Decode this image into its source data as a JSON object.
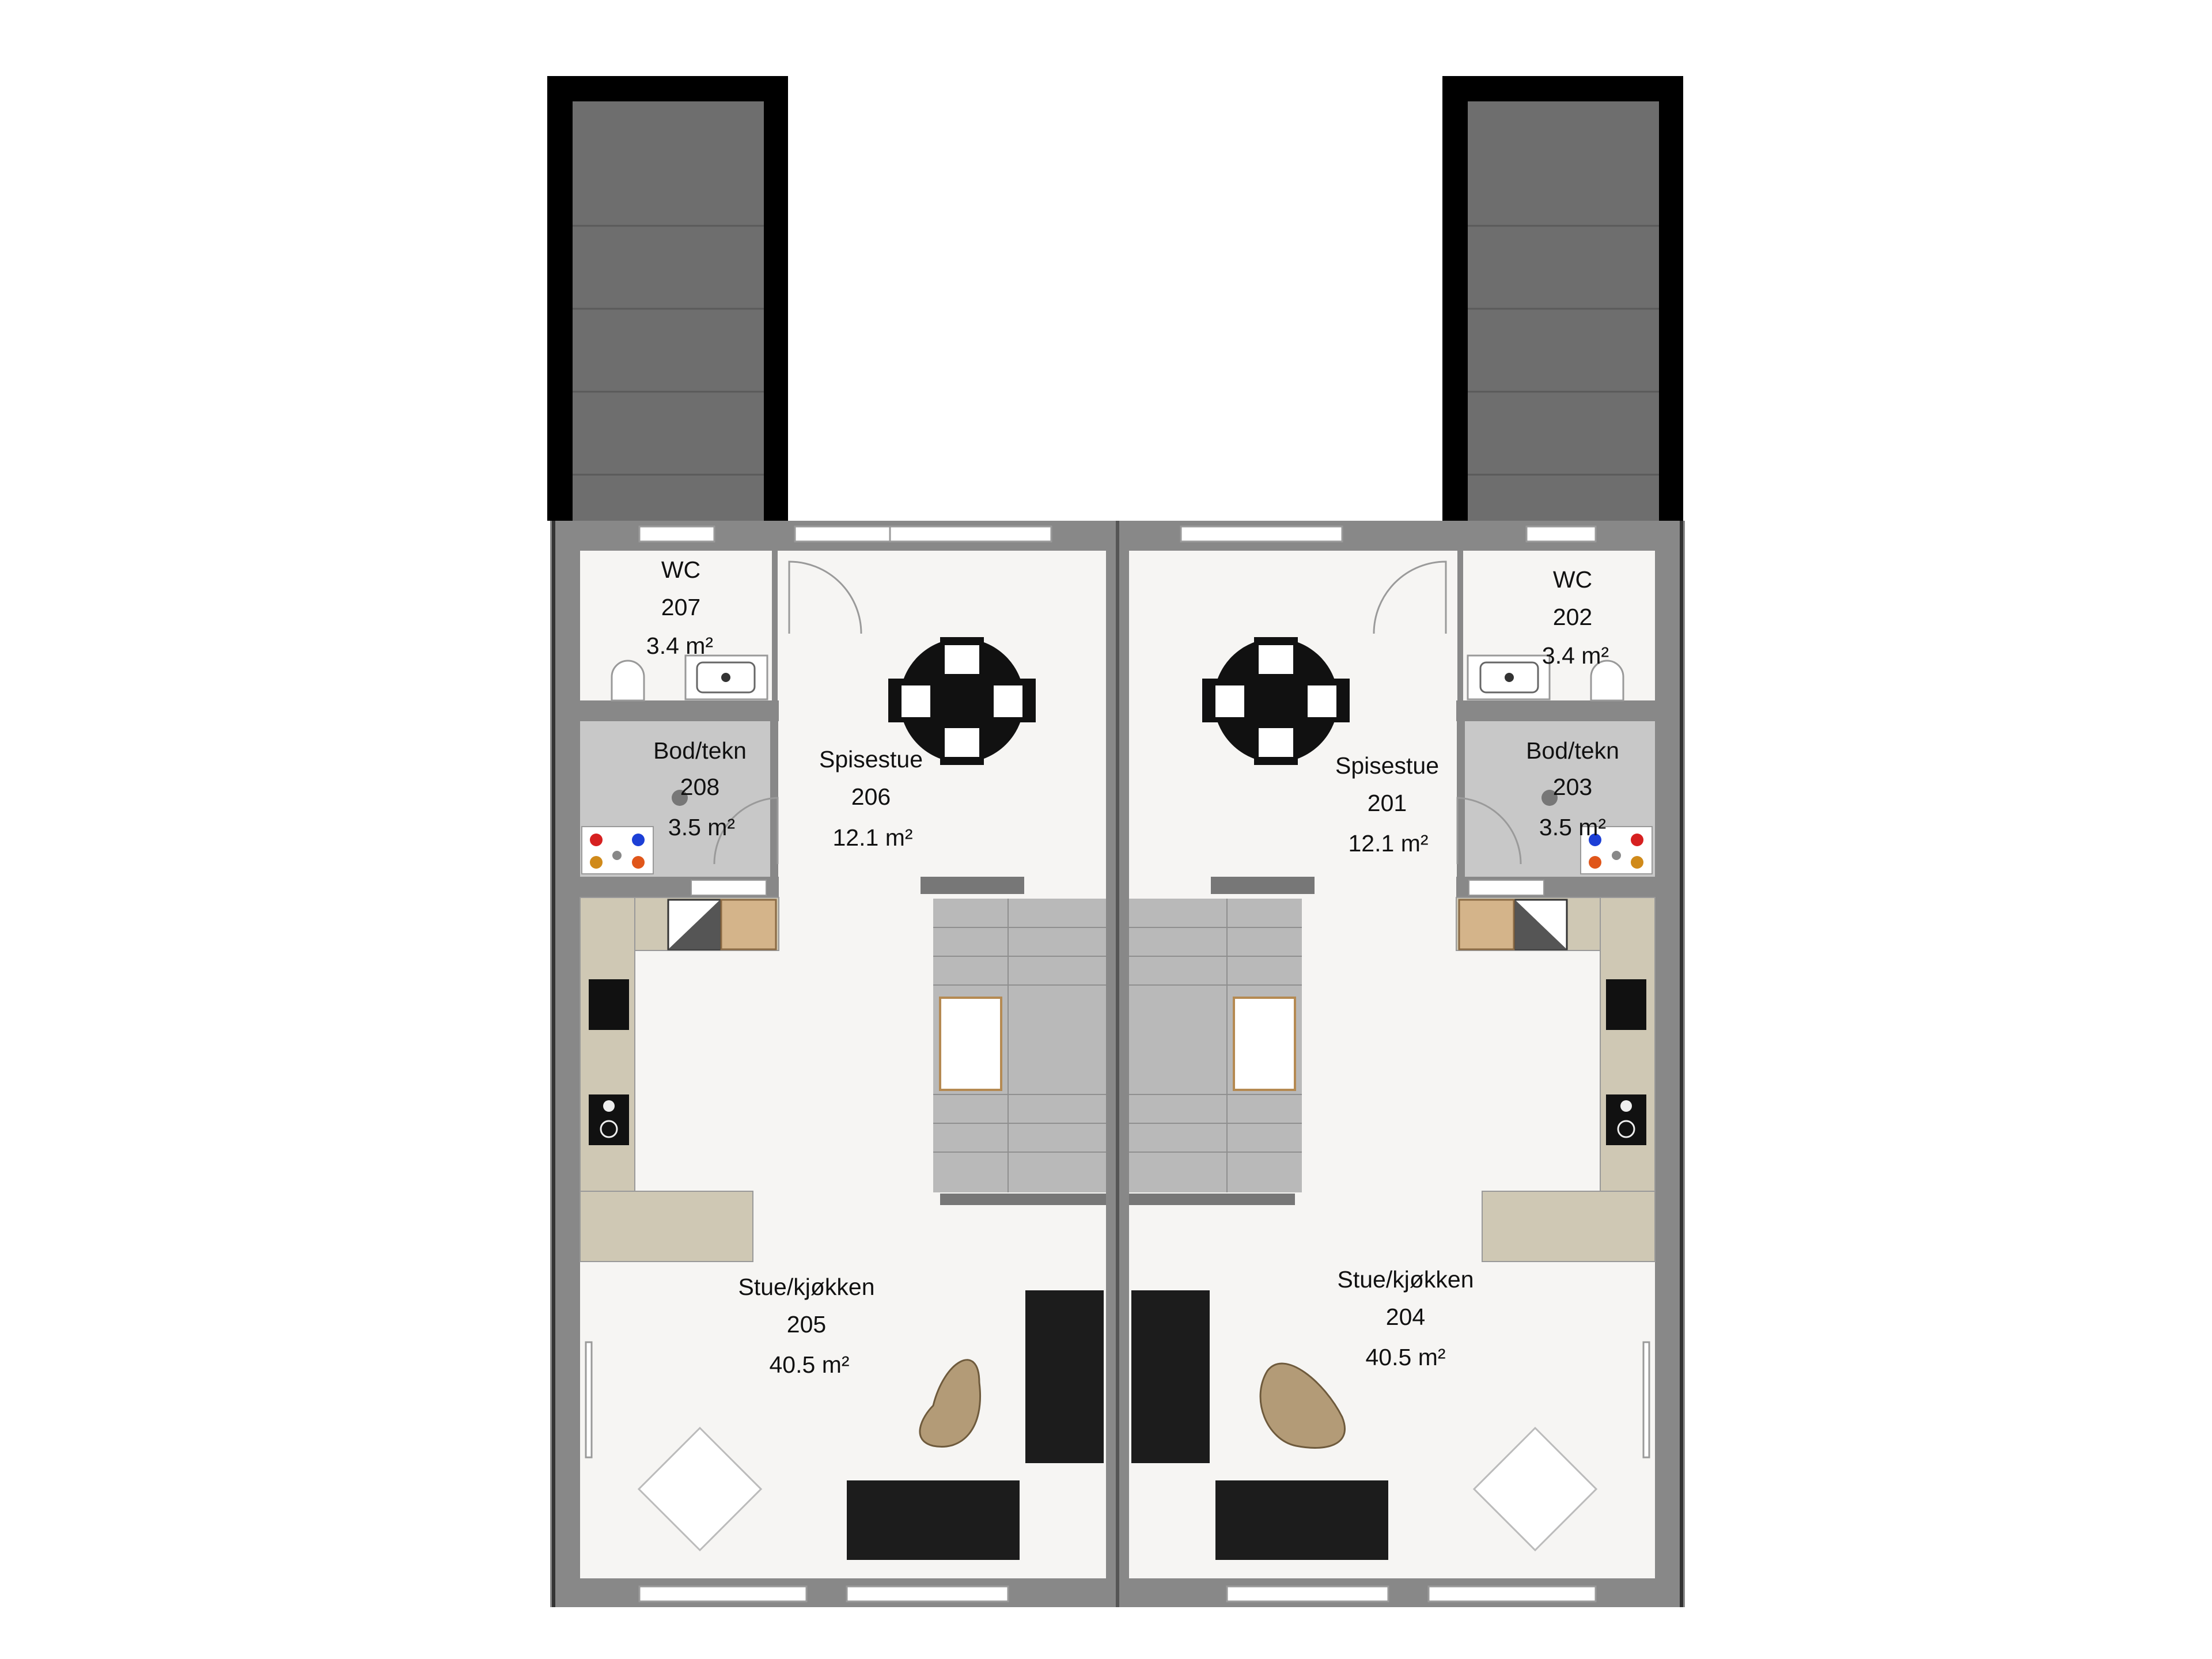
{
  "colors": {
    "background": "#ffffff",
    "floor": "#f6f5f3",
    "wall": "#888888",
    "service_room": "#c8c8c8",
    "kitchen_counter": "#cfc8b4",
    "terrace": "#6e6e6e",
    "stair": "#b9b9b9",
    "rug": "#b39b77",
    "sofa": "#1c1c1c"
  },
  "rooms": [
    {
      "id": "wc-207",
      "name": "WC",
      "number": "207",
      "area": "3.4 m²"
    },
    {
      "id": "bod-208",
      "name": "Bod/tekn",
      "number": "208",
      "area": "3.5 m²"
    },
    {
      "id": "spisestue-206",
      "name": "Spisestue",
      "number": "206",
      "area": "12.1 m²"
    },
    {
      "id": "stue-205",
      "name": "Stue/kjøkken",
      "number": "205",
      "area": "40.5 m²"
    },
    {
      "id": "wc-202",
      "name": "WC",
      "number": "202",
      "area": "3.4 m²"
    },
    {
      "id": "bod-203",
      "name": "Bod/tekn",
      "number": "203",
      "area": "3.5 m²"
    },
    {
      "id": "spisestue-201",
      "name": "Spisestue",
      "number": "201",
      "area": "12.1 m²"
    },
    {
      "id": "stue-204",
      "name": "Stue/kjøkken",
      "number": "204",
      "area": "40.5 m²"
    }
  ]
}
